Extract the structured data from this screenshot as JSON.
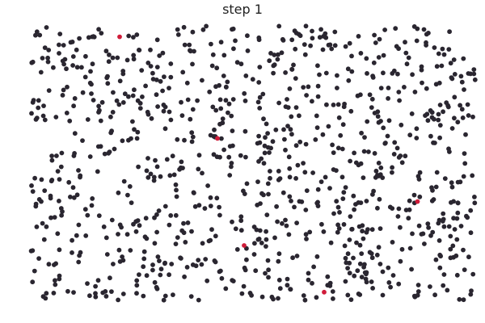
{
  "title": "step 1",
  "colors": {
    "particle": "#2a2630",
    "highlight": "#d01c3a",
    "background": "#ffffff"
  },
  "chart_data": {
    "type": "scatter",
    "title": "step 1",
    "xlabel": "",
    "ylabel": "",
    "grid": false,
    "axes_visible": false,
    "xlim": [
      0,
      1
    ],
    "ylim": [
      0,
      1
    ],
    "particle_count": 1000,
    "particle_random_seed": 12345,
    "highlighted_points": [
      {
        "x": 0.2,
        "y": 0.96
      },
      {
        "x": 0.42,
        "y": 0.59
      },
      {
        "x": 0.87,
        "y": 0.36
      },
      {
        "x": 0.48,
        "y": 0.2
      },
      {
        "x": 0.66,
        "y": 0.03
      }
    ]
  }
}
